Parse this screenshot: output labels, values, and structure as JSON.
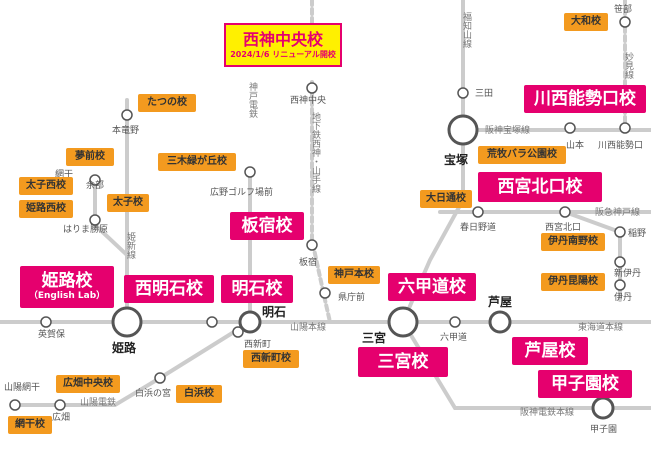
{
  "colors": {
    "school_pink": "#e5006e",
    "school_orange": "#f39a1f",
    "new_yellow": "#fff000",
    "line_gray": "#cccccc"
  },
  "lines": {
    "sanyo_honsen": "山陽本線",
    "tokaido_honsen": "東海道本線",
    "hanshin_honsen": "阪神電鉄本線",
    "sanyo_dentetsu": "山陽電鉄",
    "hanshin_takarazuka": "阪神宝塚線",
    "fukuchiyama": "福知山線",
    "myoken": "妙見線",
    "kobe_dentetsu": "神戸電鉄",
    "seishin_yamate": "地下鉄西神・山手線",
    "kishin": "姫新線"
  },
  "stations": {
    "himeji": "姫路",
    "akashi": "明石",
    "sannomiya": "三宮",
    "takarazuka": "宝塚",
    "ashiya": "芦屋",
    "aboshi": "網干",
    "yoshu": "余部",
    "hontatsuno": "本竜野",
    "harima_katsuhara": "はりま勝原",
    "seishin_chuo": "西神中央",
    "hirono_golf": "広野ゴルフ場前",
    "itayado": "板宿",
    "kenchomae": "県庁前",
    "sanda": "三田",
    "sasabe": "笹部",
    "yamamoto": "山本",
    "kawanishi_noseguchi": "川西能勢口",
    "kasuganomichi": "春日野道",
    "nishinomiya_kita": "西宮北口",
    "inagano": "稲野",
    "shin_itami": "新伊丹",
    "itami": "伊丹",
    "rokkomichi": "六甲道",
    "koshien": "甲子園",
    "shirahama_no_miya": "白浜の宮",
    "nishi_shinmachi": "西新町",
    "hirohata": "広畑",
    "sanyo_aboshi": "山陽網干",
    "eiga_ho": "英賀保",
    "hankyu_kobe_line": "阪急神戸線"
  },
  "schools": {
    "seishin_chuo": {
      "name": "西神中央校",
      "note": "2024/1/6 リニューアル開校"
    },
    "kawanishi_noseguchi": "川西能勢口校",
    "nishinomiya_kitaguchi": "西宮北口校",
    "itayado": "板宿校",
    "rokkomichi": "六甲道校",
    "himeji": {
      "name": "姫路校",
      "note": "（English Lab）"
    },
    "nishiakashi": "西明石校",
    "akashi": "明石校",
    "ashiya": "芦屋校",
    "sannomiya": "三宮校",
    "koshien": "甲子園校",
    "tatsuno": "たつの校",
    "yumesaki": "夢前校",
    "taishi_nishi": "太子西校",
    "taishi": "太子校",
    "himeji_nishi": "姫路西校",
    "miki_midorigaoka": "三木緑が丘校",
    "kobe_motomachi": "神戸本校",
    "yamato": "大和校",
    "aramaki_bara": "荒牧バラ公園校",
    "ohirakidori": "大日通校",
    "itami_minamino": "伊丹南野校",
    "itami_konyo": "伊丹昆陽校",
    "nishi_shinmachi": "西新町校",
    "shirahama": "白浜校",
    "hirohata_chuo": "広畑中央校",
    "aboshi": "網干校"
  }
}
